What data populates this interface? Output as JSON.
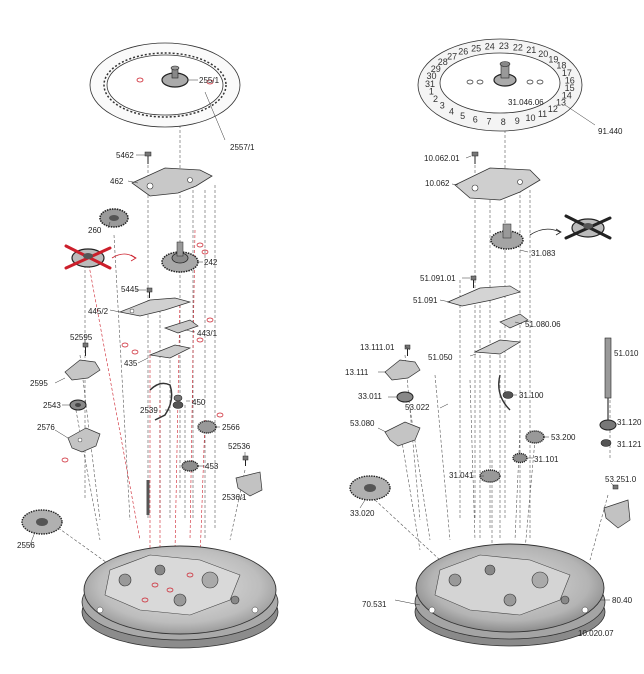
{
  "left_diagram": {
    "labels": [
      {
        "id": "l-2557-1",
        "text": "2557/1"
      },
      {
        "id": "l-255-1",
        "text": "255/1"
      },
      {
        "id": "l-5462",
        "text": "5462"
      },
      {
        "id": "l-462",
        "text": "462"
      },
      {
        "id": "l-260",
        "text": "260"
      },
      {
        "id": "l-242",
        "text": "242"
      },
      {
        "id": "l-5445",
        "text": "5445"
      },
      {
        "id": "l-445-2",
        "text": "445/2"
      },
      {
        "id": "l-443-1",
        "text": "443/1"
      },
      {
        "id": "l-52595",
        "text": "52595"
      },
      {
        "id": "l-435",
        "text": "435"
      },
      {
        "id": "l-2595",
        "text": "2595"
      },
      {
        "id": "l-2543",
        "text": "2543"
      },
      {
        "id": "l-450",
        "text": "450"
      },
      {
        "id": "l-2539",
        "text": "2539"
      },
      {
        "id": "l-2566",
        "text": "2566"
      },
      {
        "id": "l-2576",
        "text": "2576"
      },
      {
        "id": "l-52536",
        "text": "52536"
      },
      {
        "id": "l-453",
        "text": "453"
      },
      {
        "id": "l-2536-1",
        "text": "2536/1"
      },
      {
        "id": "l-2556",
        "text": "2556"
      }
    ]
  },
  "right_diagram": {
    "dial_numbers": [
      "25",
      "24",
      "23",
      "22",
      "21",
      "20",
      "19",
      "18",
      "17",
      "16",
      "15",
      "14",
      "13",
      "12",
      "11",
      "10",
      "9",
      "8",
      "7",
      "6",
      "5",
      "4",
      "3",
      "2",
      "1",
      "31",
      "30",
      "29",
      "28",
      "27",
      "26"
    ],
    "labels": [
      {
        "id": "r-31-046-06",
        "text": "31.046.06"
      },
      {
        "id": "r-91-440",
        "text": "91.440"
      },
      {
        "id": "r-10-062-01",
        "text": "10.062.01"
      },
      {
        "id": "r-10-062",
        "text": "10.062"
      },
      {
        "id": "r-31-083",
        "text": "31.083"
      },
      {
        "id": "r-51-091-01",
        "text": "51.091.01"
      },
      {
        "id": "r-51-091",
        "text": "51.091"
      },
      {
        "id": "r-51-080-06",
        "text": "51.080.06"
      },
      {
        "id": "r-13-111-01",
        "text": "13.111.01"
      },
      {
        "id": "r-51-050",
        "text": "51.050"
      },
      {
        "id": "r-51-010",
        "text": "51.010"
      },
      {
        "id": "r-13-111",
        "text": "13.111"
      },
      {
        "id": "r-33-011",
        "text": "33.011"
      },
      {
        "id": "r-31-100",
        "text": "31.100"
      },
      {
        "id": "r-53-022",
        "text": "53.022"
      },
      {
        "id": "r-31-120",
        "text": "31.120"
      },
      {
        "id": "r-53-080",
        "text": "53.080"
      },
      {
        "id": "r-53-200",
        "text": "53.200"
      },
      {
        "id": "r-31-121",
        "text": "31.121"
      },
      {
        "id": "r-31-101",
        "text": "31.101"
      },
      {
        "id": "r-31-041",
        "text": "31.041"
      },
      {
        "id": "r-53-251-0",
        "text": "53.251.0"
      },
      {
        "id": "r-33-020",
        "text": "33.020"
      },
      {
        "id": "r-70-531",
        "text": "70.531"
      },
      {
        "id": "r-80-40",
        "text": "80.40"
      },
      {
        "id": "r-10-020-07",
        "text": "10.020.07"
      }
    ]
  },
  "colors": {
    "line": "#333333",
    "red": "#cc1f2b",
    "plate": "#cfcfcf",
    "plate_dark": "#8a8a8a",
    "part": "#bdbdbd"
  }
}
